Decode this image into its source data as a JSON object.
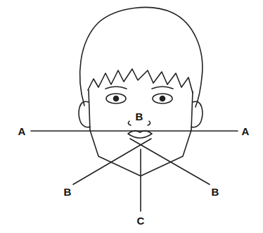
{
  "diagram": {
    "labels": [
      "A",
      "B",
      "A",
      "B",
      "B",
      "C"
    ]
  }
}
